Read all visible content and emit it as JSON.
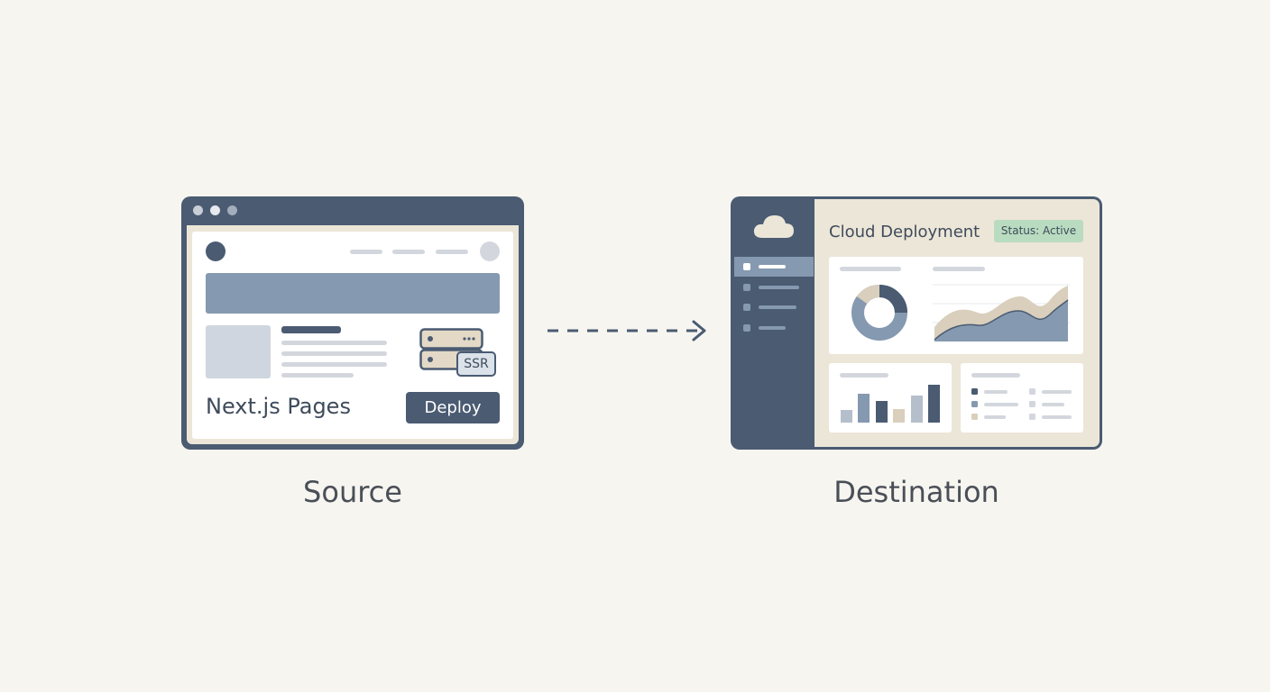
{
  "source": {
    "title": "Next.js Pages",
    "deploy_label": "Deploy",
    "ssr_badge": "SSR",
    "caption": "Source"
  },
  "destination": {
    "title": "Cloud Deployment",
    "status_badge": "Status: Active",
    "caption": "Destination",
    "cloud_icon": "cloud-icon"
  },
  "colors": {
    "background": "#f6f5f0",
    "frame": "#4a5b72",
    "accent_blue": "#8599b0",
    "beige": "#ece6d8",
    "status_green": "#b9dcc0"
  }
}
